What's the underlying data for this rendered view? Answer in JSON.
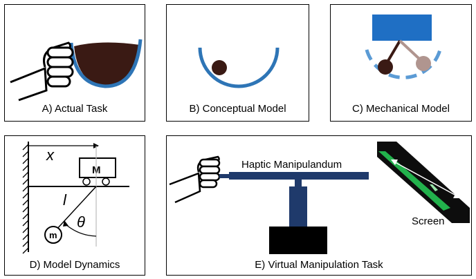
{
  "panels": {
    "a": {
      "caption": "A) Actual Task"
    },
    "b": {
      "caption": "B) Conceptual Model"
    },
    "c": {
      "caption": "C) Mechanical Model"
    },
    "d": {
      "caption": "D) Model Dynamics",
      "cart_label": "M",
      "bob_label": "m",
      "x_label": "x",
      "l_label": "l",
      "theta_label": "θ"
    },
    "e": {
      "caption": "E) Virtual Manipulation Task",
      "manipulandum_label": "Haptic Manipulandum",
      "screen_label": "Screen"
    }
  },
  "colors": {
    "blue": "#2e75b6",
    "light_blue": "#5b9bd5",
    "navy": "#1f3a6b",
    "dark_brown": "#3a1a14",
    "gray_pink": "#b0958f",
    "block_blue": "#1f6fc4",
    "green": "#22b14c",
    "black": "#000000"
  }
}
